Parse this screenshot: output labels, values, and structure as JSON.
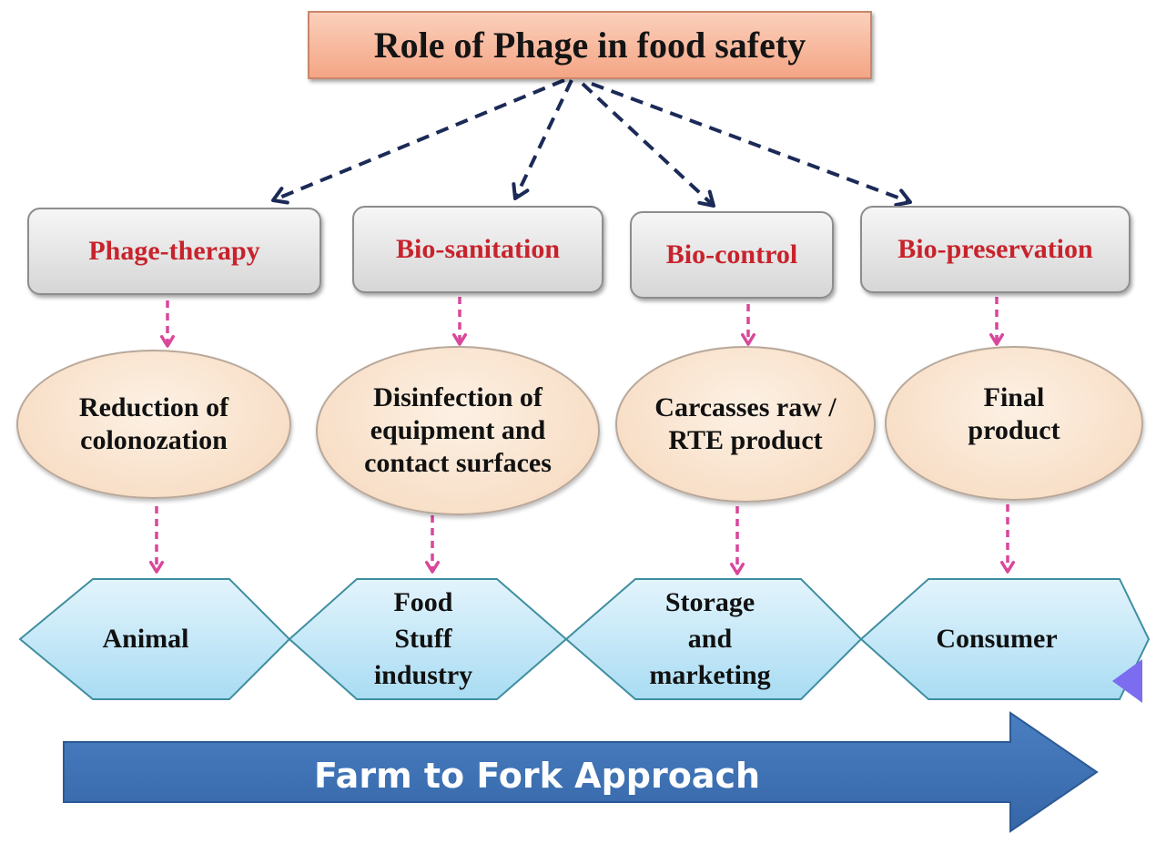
{
  "title": "Role of Phage in food safety",
  "roles": [
    {
      "label": "Phage-therapy",
      "application": "Reduction of\ncolonozation",
      "stage": "Animal"
    },
    {
      "label": "Bio-sanitation",
      "application": "Disinfection of\nequipment and\ncontact surfaces",
      "stage": "Food\nStuff\nindustry"
    },
    {
      "label": "Bio-control",
      "application": "Carcasses raw /\nRTE product",
      "stage": "Storage\nand\nmarketing"
    },
    {
      "label": "Bio-preservation",
      "application": "Final\nproduct",
      "stage": "Consumer"
    }
  ],
  "approach_arrow": {
    "label": "Farm to Fork Approach"
  },
  "colors": {
    "title_fill": "#f4a585",
    "role_text": "#c8232c",
    "top_connector": "#1b2a57",
    "sub_connector": "#d9479b",
    "hex_fill": "#bfe6f7",
    "approach_arrow": "#3f72b5"
  }
}
